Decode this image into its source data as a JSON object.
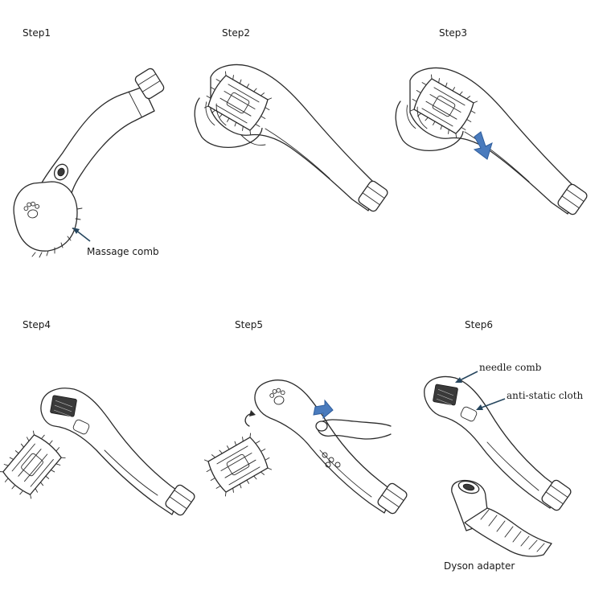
{
  "steps": {
    "s1": "Step1",
    "s2": "Step2",
    "s3": "Step3",
    "s4": "Step4",
    "s5": "Step5",
    "s6": "Step6"
  },
  "annotations": {
    "massage_comb": "Massage comb",
    "needle_comb": "needle comb",
    "anti_static_cloth": "anti-static cloth",
    "dyson_adapter": "Dyson adapter"
  },
  "colors": {
    "arrow_blue": "#4a7bbd",
    "ink": "#2b2b2b",
    "pointer": "#26465e"
  }
}
